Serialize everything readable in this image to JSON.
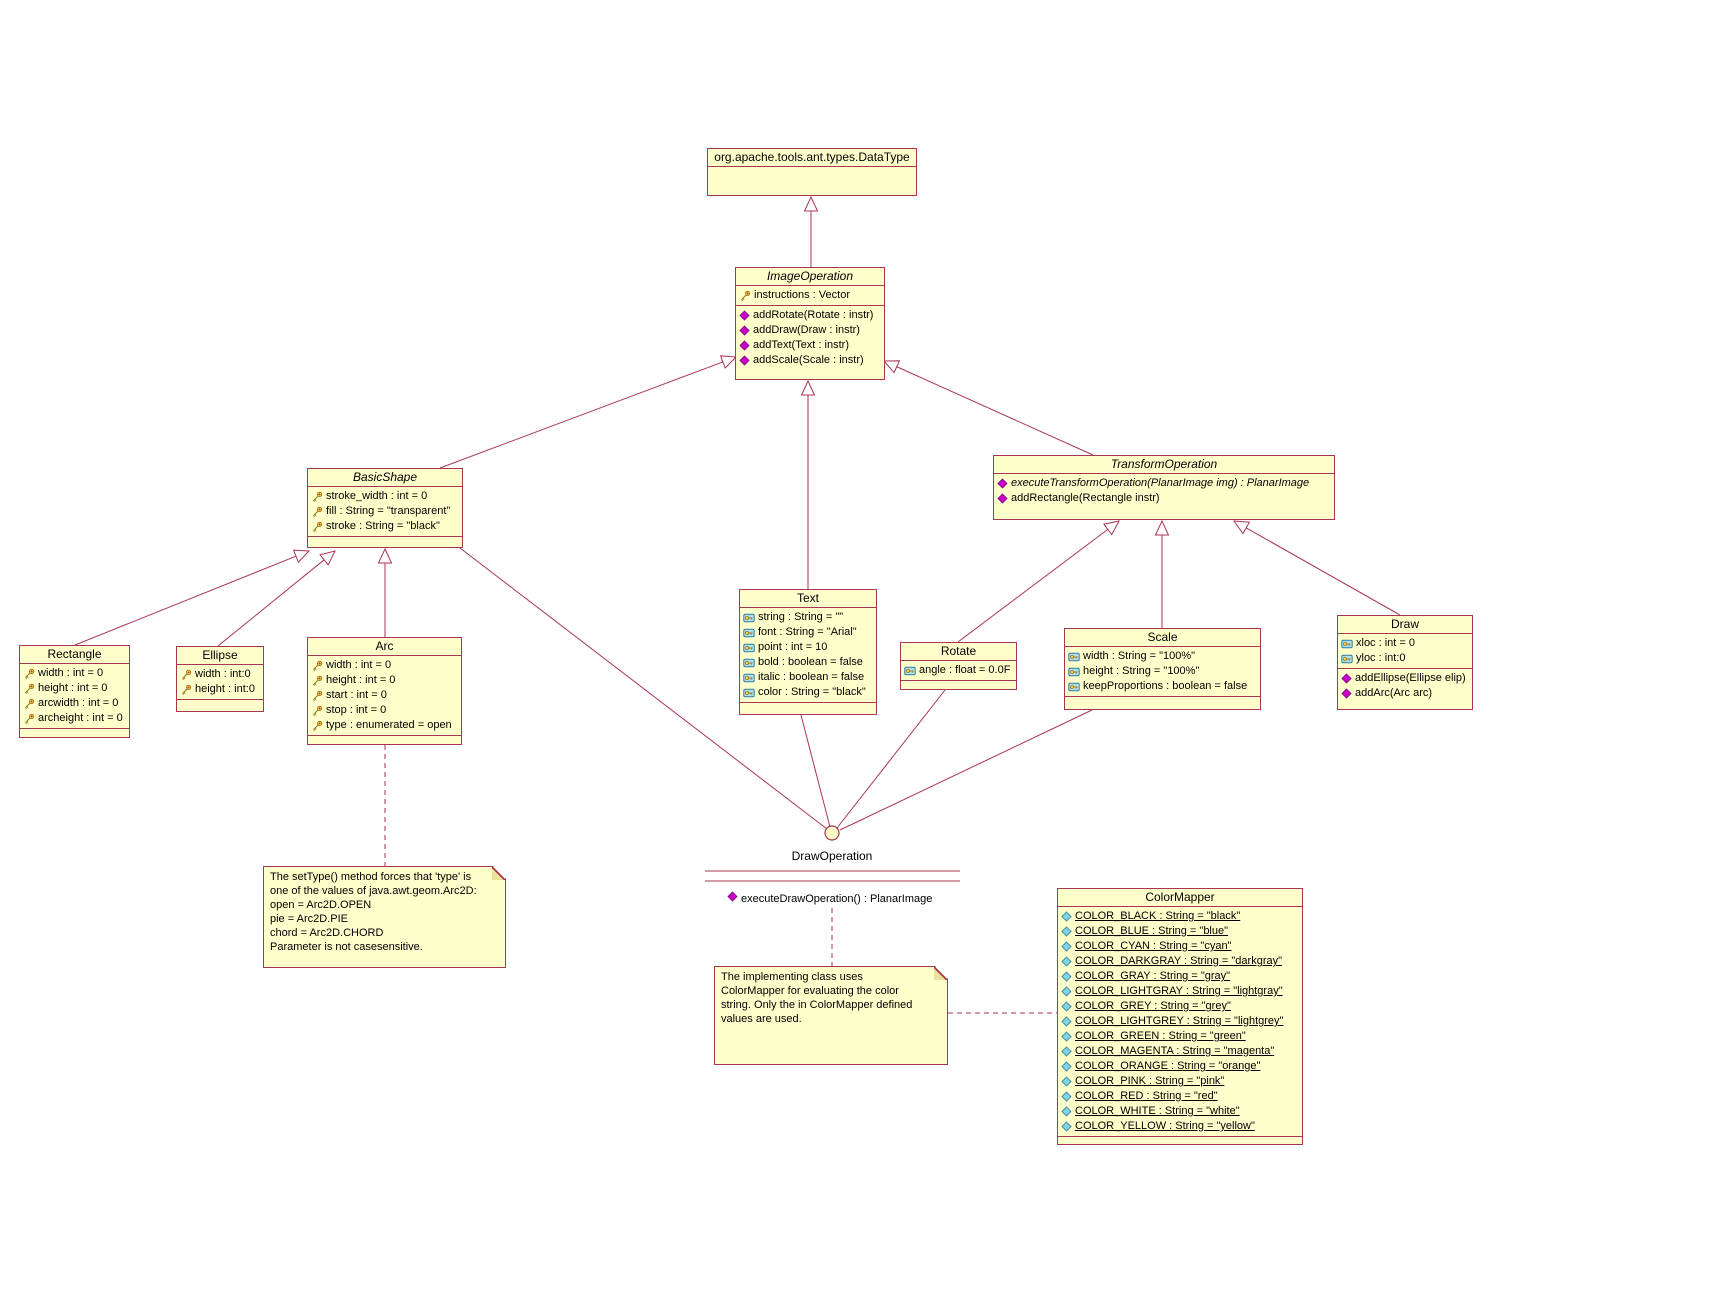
{
  "colors": {
    "background": "#ffffff",
    "box_fill": "#ffffcc",
    "box_border": "#a83652",
    "edge": "#a83652",
    "method_icon": "#cc00cc",
    "key_icon": "#c9a227",
    "static_icon": "#7fd4e0"
  },
  "classes": [
    {
      "id": "datatype",
      "name": "org.apache.tools.ant.types.DataType",
      "abstract": false,
      "attributes": [],
      "methods": []
    },
    {
      "id": "imageoperation",
      "name": "ImageOperation",
      "abstract": true,
      "attributes": [
        {
          "icon": "key",
          "text": "instructions : Vector"
        }
      ],
      "methods": [
        {
          "icon": "diamond",
          "text": "addRotate(Rotate : instr)"
        },
        {
          "icon": "diamond",
          "text": "addDraw(Draw : instr)"
        },
        {
          "icon": "diamond",
          "text": "addText(Text : instr)"
        },
        {
          "icon": "diamond",
          "text": "addScale(Scale : instr)"
        }
      ]
    },
    {
      "id": "basicshape",
      "name": "BasicShape",
      "abstract": true,
      "attributes": [
        {
          "icon": "key",
          "text": "stroke_width : int = 0"
        },
        {
          "icon": "key",
          "text": "fill : String = \"transparent\""
        },
        {
          "icon": "key",
          "text": "stroke : String = \"black\""
        }
      ],
      "methods": []
    },
    {
      "id": "transformoperation",
      "name": "TransformOperation",
      "abstract": true,
      "attributes": [],
      "methods": [
        {
          "icon": "diamond",
          "text": "executeTransformOperation(PlanarImage img) : PlanarImage",
          "italic": true
        },
        {
          "icon": "diamond",
          "text": "addRectangle(Rectangle instr)"
        }
      ]
    },
    {
      "id": "rectangle",
      "name": "Rectangle",
      "abstract": false,
      "attributes": [
        {
          "icon": "key",
          "text": "width : int = 0"
        },
        {
          "icon": "key",
          "text": "height : int = 0"
        },
        {
          "icon": "key",
          "text": "arcwidth : int = 0"
        },
        {
          "icon": "key",
          "text": "archeight : int = 0"
        }
      ],
      "methods": []
    },
    {
      "id": "ellipse",
      "name": "Ellipse",
      "abstract": false,
      "attributes": [
        {
          "icon": "key",
          "text": "width : int:0"
        },
        {
          "icon": "key",
          "text": "height : int:0"
        }
      ],
      "methods": []
    },
    {
      "id": "arc",
      "name": "Arc",
      "abstract": false,
      "attributes": [
        {
          "icon": "key",
          "text": "width : int = 0"
        },
        {
          "icon": "key",
          "text": "height : int = 0"
        },
        {
          "icon": "key",
          "text": "start : int = 0"
        },
        {
          "icon": "key",
          "text": "stop : int = 0"
        },
        {
          "icon": "key",
          "text": "type : enumerated = open"
        }
      ],
      "methods": []
    },
    {
      "id": "text",
      "name": "Text",
      "abstract": false,
      "attributes": [
        {
          "icon": "bluekey",
          "text": "string : String = \"\""
        },
        {
          "icon": "bluekey",
          "text": "font : String = \"Arial\""
        },
        {
          "icon": "bluekey",
          "text": "point : int = 10"
        },
        {
          "icon": "bluekey",
          "text": "bold : boolean = false"
        },
        {
          "icon": "bluekey",
          "text": "italic : boolean = false"
        },
        {
          "icon": "bluekey",
          "text": "color : String = \"black\""
        }
      ],
      "methods": []
    },
    {
      "id": "rotate",
      "name": "Rotate",
      "abstract": false,
      "attributes": [
        {
          "icon": "bluekey",
          "text": "angle : float = 0.0F"
        }
      ],
      "methods": []
    },
    {
      "id": "scale",
      "name": "Scale",
      "abstract": false,
      "attributes": [
        {
          "icon": "bluekey",
          "text": "width : String = \"100%\""
        },
        {
          "icon": "bluekey",
          "text": "height : String = \"100%\""
        },
        {
          "icon": "bluekey",
          "text": "keepProportions : boolean = false"
        }
      ],
      "methods": []
    },
    {
      "id": "draw",
      "name": "Draw",
      "abstract": false,
      "attributes": [
        {
          "icon": "bluekey",
          "text": "xloc : int = 0"
        },
        {
          "icon": "bluekey",
          "text": "yloc : int:0"
        }
      ],
      "methods": [
        {
          "icon": "diamond",
          "text": "addEllipse(Ellipse elip)"
        },
        {
          "icon": "diamond",
          "text": "addArc(Arc arc)"
        }
      ]
    },
    {
      "id": "colormapper",
      "name": "ColorMapper",
      "abstract": false,
      "attributes": [
        {
          "icon": "staticdiamond",
          "text": "COLOR_BLACK : String = \"black\"",
          "underline": true
        },
        {
          "icon": "staticdiamond",
          "text": "COLOR_BLUE : String = \"blue\"",
          "underline": true
        },
        {
          "icon": "staticdiamond",
          "text": "COLOR_CYAN : String = \"cyan\"",
          "underline": true
        },
        {
          "icon": "staticdiamond",
          "text": "COLOR_DARKGRAY : String = \"darkgray\"",
          "underline": true
        },
        {
          "icon": "staticdiamond",
          "text": "COLOR_GRAY : String = \"gray\"",
          "underline": true
        },
        {
          "icon": "staticdiamond",
          "text": "COLOR_LIGHTGRAY : String = \"lightgray\"",
          "underline": true
        },
        {
          "icon": "staticdiamond",
          "text": "COLOR_GREY : String = \"grey\"",
          "underline": true
        },
        {
          "icon": "staticdiamond",
          "text": "COLOR_LIGHTGREY : String = \"lightgrey\"",
          "underline": true
        },
        {
          "icon": "staticdiamond",
          "text": "COLOR_GREEN : String = \"green\"",
          "underline": true
        },
        {
          "icon": "staticdiamond",
          "text": "COLOR_MAGENTA : String = \"magenta\"",
          "underline": true
        },
        {
          "icon": "staticdiamond",
          "text": "COLOR_ORANGE : String = \"orange\"",
          "underline": true
        },
        {
          "icon": "staticdiamond",
          "text": "COLOR_PINK : String = \"pink\"",
          "underline": true
        },
        {
          "icon": "staticdiamond",
          "text": "COLOR_RED : String = \"red\"",
          "underline": true
        },
        {
          "icon": "staticdiamond",
          "text": "COLOR_WHITE : String = \"white\"",
          "underline": true
        },
        {
          "icon": "staticdiamond",
          "text": "COLOR_YELLOW : String = \"yellow\"",
          "underline": true
        }
      ],
      "methods": []
    }
  ],
  "interface_lollipop": {
    "name": "DrawOperation",
    "method": {
      "icon": "diamond",
      "text": "executeDrawOperation() : PlanarImage"
    }
  },
  "notes": [
    {
      "id": "arc-type-note",
      "text": "The setType() method forces that 'type' is\none of the values of java.awt.geom.Arc2D:\nopen = Arc2D.OPEN\npie = Arc2D.PIE\nchord = Arc2D.CHORD\nParameter is not casesensitive."
    },
    {
      "id": "colormapper-note",
      "text": "The implementing class uses\nColorMapper for evaluating the color\nstring. Only the in ColorMapper defined\nvalues are used."
    }
  ]
}
